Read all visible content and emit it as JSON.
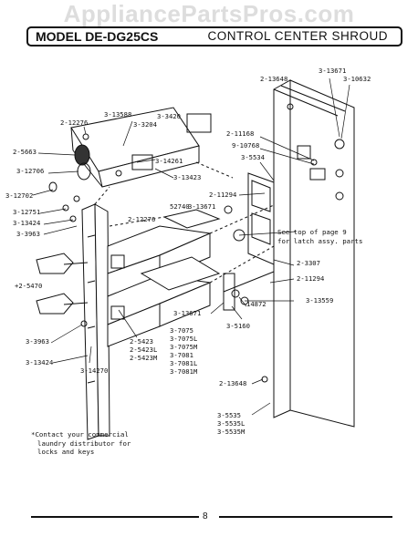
{
  "watermark": "AppliancePartsPros.com",
  "header": {
    "model": "MODEL DE-DG25CS",
    "title": "CONTROL CENTER SHROUD"
  },
  "parts": {
    "p1": "3-13671",
    "p2": "2-13648",
    "p3": "3-10632",
    "p4": "3-13588",
    "p5": "3-3420",
    "p6": "2-12276",
    "p7": "3-3204",
    "p8": "2-11168",
    "p9": "9-10768",
    "p10": "2-5663",
    "p11": "3-5534",
    "p12": "3-14261",
    "p13": "3-12706",
    "p14": "3-13423",
    "p15": "3-12702",
    "p16": "2-11294",
    "p17": "52740",
    "p18": "3-13671",
    "p19": "3-12751",
    "p20": "2-12276",
    "p21": "3-13424",
    "p22": "3-3963",
    "p23": "2-3307",
    "p24": "2-11294",
    "p25": "+2-5470",
    "p26": "14872",
    "p27": "3-13559",
    "p28": "3-13671",
    "p29": "3-5160",
    "p30": "3-7075",
    "p31": "3-7075L",
    "p32": "3-7075M",
    "p33": "3-7081",
    "p34": "3-7081L",
    "p35": "3-7081M",
    "p36": "2-5423",
    "p37": "2-5423L",
    "p38": "2-5423M",
    "p39": "3-3963",
    "p40": "3-13424",
    "p41": "3-14270",
    "p42": "2-13648",
    "p43": "3-5535",
    "p44": "3-5535L",
    "p45": "3-5535M"
  },
  "notes": {
    "latch_line1": "See top of page 9",
    "latch_line2": "for latch assy. parts",
    "footnote_line1": "*Contact your commercial",
    "footnote_line2": "laundry distributor for",
    "footnote_line3": "locks and keys"
  },
  "page_number": "8"
}
